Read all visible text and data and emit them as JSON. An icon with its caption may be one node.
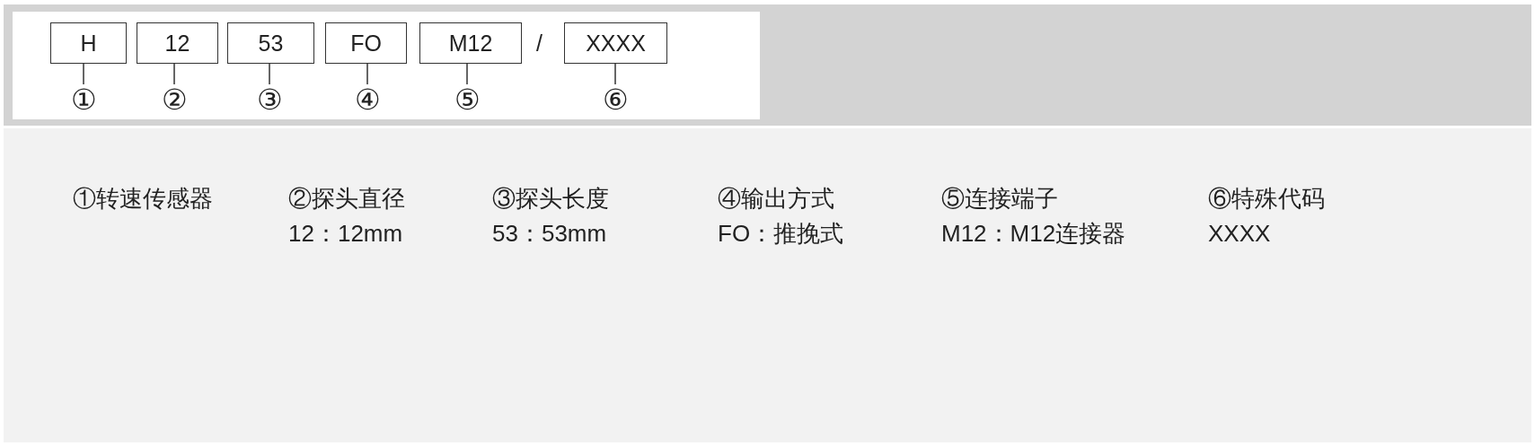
{
  "diagram": {
    "nodes": [
      {
        "text": [
          "H"
        ]
      },
      {
        "text": [
          "12"
        ]
      },
      {
        "text": [
          "53"
        ]
      },
      {
        "text": [
          "FO"
        ]
      },
      {
        "text": [
          "M12"
        ]
      },
      {
        "text": [
          "XXXX"
        ]
      },
      {
        "text": [
          "①"
        ]
      },
      {
        "text": [
          "②"
        ]
      },
      {
        "text": [
          "③"
        ]
      },
      {
        "text": [
          "④"
        ]
      },
      {
        "text": [
          "⑤"
        ]
      },
      {
        "text": [
          "⑥"
        ]
      }
    ],
    "edges": [
      {
        "from": 6,
        "to": 0,
        "arrow": "none"
      },
      {
        "from": 7,
        "to": 1,
        "arrow": "none"
      },
      {
        "from": 8,
        "to": 2,
        "arrow": "none"
      },
      {
        "from": 9,
        "to": 3,
        "arrow": "none"
      },
      {
        "from": 10,
        "to": 4,
        "arrow": "none"
      },
      {
        "from": 11,
        "to": 5,
        "arrow": "none"
      }
    ],
    "labels": [
      "/",
      "①转速传感器",
      "②探头直径",
      "③探头长度",
      "④输出方式",
      "⑤连接端子",
      "⑥特殊代码",
      "12：12mm",
      "53：53mm",
      "FO：推挽式",
      "M12：M12连接器",
      "XXXX"
    ]
  }
}
